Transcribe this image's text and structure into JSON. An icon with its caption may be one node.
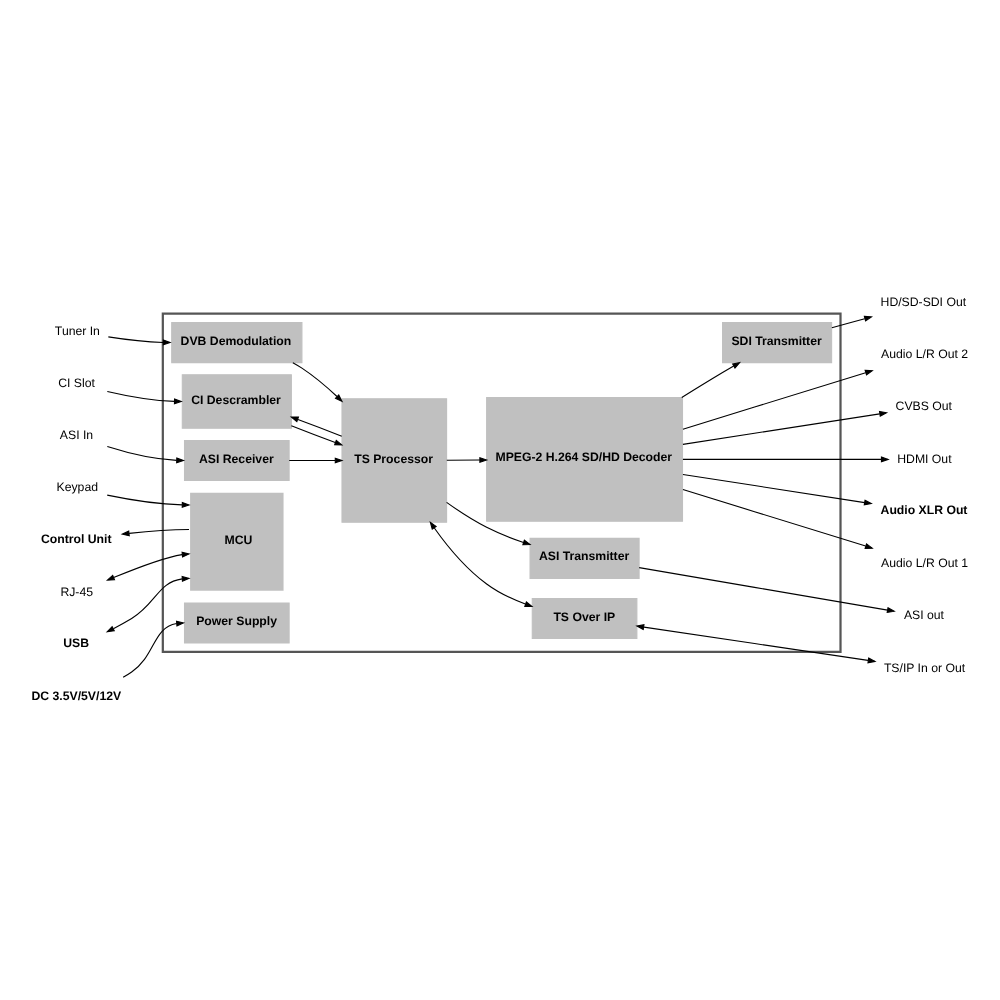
{
  "diagram": {
    "nodes": [
      {
        "text": [],
        "shape": "box"
      },
      {
        "text": [
          "Tuner In"
        ]
      },
      {
        "text": [
          "CI Slot"
        ]
      },
      {
        "text": [
          "ASI In"
        ]
      },
      {
        "text": [
          "Keypad"
        ]
      },
      {
        "text": [
          "Control Unit"
        ]
      },
      {
        "text": [
          "RJ-45"
        ]
      },
      {
        "text": [
          "USB"
        ]
      },
      {
        "text": [
          "DC 3.5V/5V/12V"
        ]
      },
      {
        "text": [
          "DVB Demodulation"
        ],
        "in": 0
      },
      {
        "text": [
          "CI Descrambler"
        ],
        "in": 0
      },
      {
        "text": [
          "ASI Receiver"
        ],
        "in": 0
      },
      {
        "text": [
          "MCU"
        ],
        "in": 0
      },
      {
        "text": [
          "Power Supply"
        ],
        "in": 0
      },
      {
        "text": [
          "TS Processor"
        ],
        "in": 0
      },
      {
        "text": [
          "MPEG-2 H.264 SD/HD Decoder"
        ],
        "in": 0
      },
      {
        "text": [
          "SDI Transmitter"
        ],
        "in": 0
      },
      {
        "text": [
          "ASI Transmitter"
        ],
        "in": 0
      },
      {
        "text": [
          "TS Over IP"
        ],
        "in": 0
      },
      {
        "text": [
          "Audio XLR Out"
        ]
      },
      {
        "text": [
          "Audio L/R Out 1"
        ]
      },
      {
        "text": [
          "Audio L/R Out 2"
        ]
      },
      {
        "text": [
          "CVBS Out"
        ]
      },
      {
        "text": [
          "HDMI Out"
        ]
      },
      {
        "text": [
          "HD/SD-SDI Out"
        ]
      },
      {
        "text": [
          "ASI out"
        ]
      },
      {
        "text": [
          "TS/IP In or Out"
        ]
      }
    ],
    "edges": [
      {
        "from": 1,
        "to": 9,
        "arrow": "to"
      },
      {
        "from": 2,
        "to": 10,
        "arrow": "to"
      },
      {
        "from": 3,
        "to": 11,
        "arrow": "to"
      },
      {
        "from": 4,
        "to": 12,
        "arrow": "to"
      },
      {
        "from": 12,
        "to": 5,
        "arrow": "to"
      },
      {
        "from": 6,
        "to": 12,
        "arrow": "both"
      },
      {
        "from": 7,
        "to": 12,
        "arrow": "both"
      },
      {
        "from": 8,
        "to": 13,
        "arrow": "to"
      },
      {
        "from": 9,
        "to": 14,
        "arrow": "to"
      },
      {
        "from": 10,
        "to": 14,
        "arrow": "to"
      },
      {
        "from": 14,
        "to": 10,
        "arrow": "to"
      },
      {
        "from": 11,
        "to": 14,
        "arrow": "to"
      },
      {
        "from": 14,
        "to": 15,
        "arrow": "to"
      },
      {
        "from": 15,
        "to": 16,
        "arrow": "to"
      },
      {
        "from": 14,
        "to": 17,
        "arrow": "to"
      },
      {
        "from": 14,
        "to": 18,
        "arrow": "both"
      },
      {
        "from": 15,
        "to": 19,
        "arrow": "to"
      },
      {
        "from": 15,
        "to": 20,
        "arrow": "to"
      },
      {
        "from": 15,
        "to": 21,
        "arrow": "to"
      },
      {
        "from": 15,
        "to": 22,
        "arrow": "to"
      },
      {
        "from": 15,
        "to": 23,
        "arrow": "to"
      },
      {
        "from": 16,
        "to": 24,
        "arrow": "to"
      },
      {
        "from": 17,
        "to": 25,
        "arrow": "to"
      },
      {
        "from": 18,
        "to": 26,
        "arrow": "both"
      }
    ]
  }
}
